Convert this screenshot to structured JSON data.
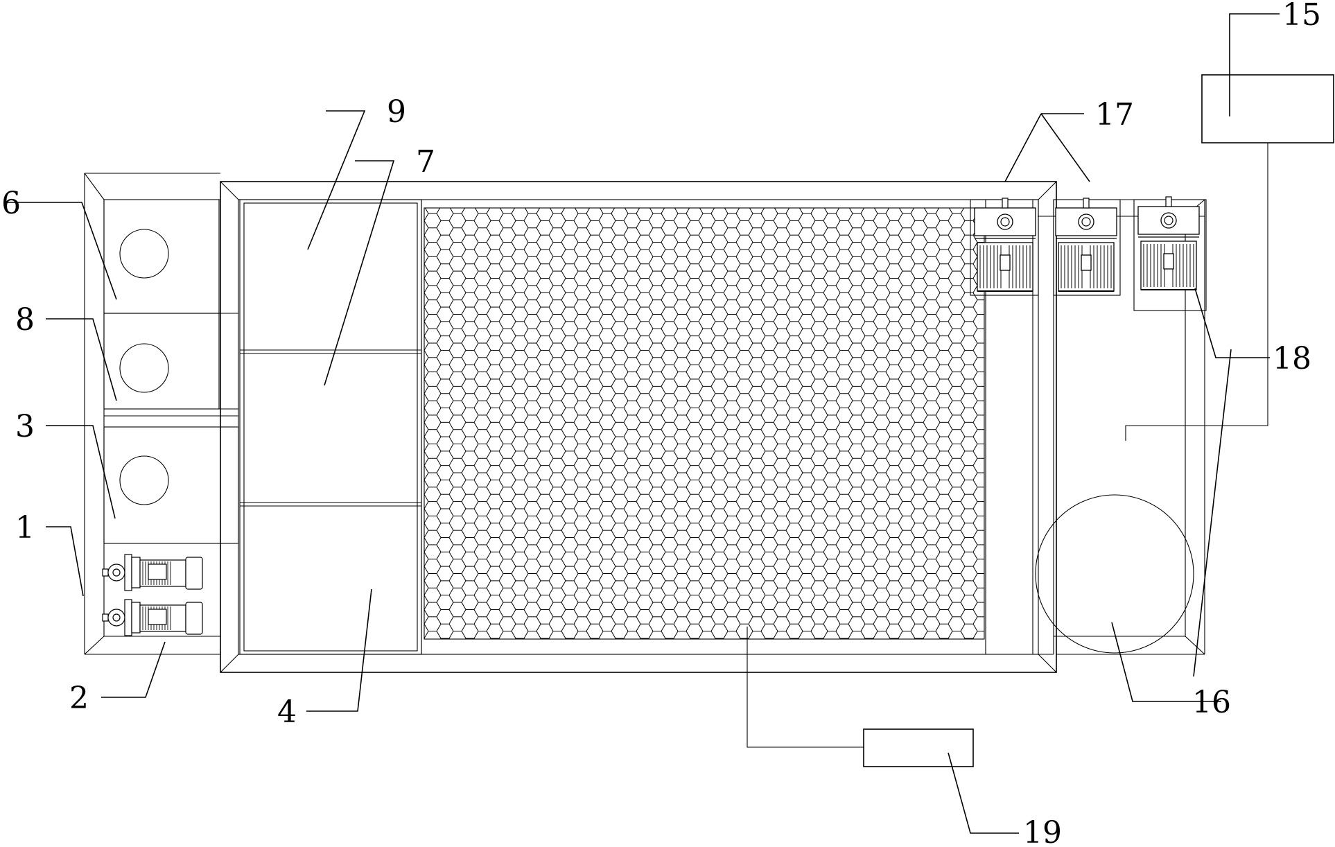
{
  "figure": {
    "labels": {
      "l1": "1",
      "l2": "2",
      "l3": "3",
      "l4": "4",
      "l6": "6",
      "l7": "7",
      "l8": "8",
      "l9": "9",
      "l15": "15",
      "l16": "16",
      "l17": "17",
      "l18": "18",
      "l19": "19"
    }
  }
}
